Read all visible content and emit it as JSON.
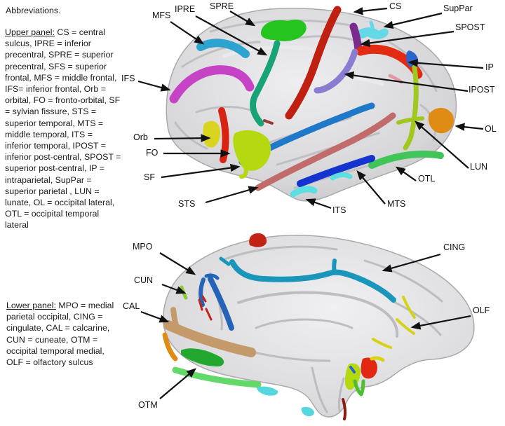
{
  "legend": {
    "title": "Abbreviations.",
    "upper_heading": "Upper panel:",
    "upper_body": " CS = central sulcus, IPRE = inferior precentral, SPRE = superior precentral, SFS = superior frontal, MFS = middle frontal, IFS= inferior frontal, Orb = orbital, FO = fronto-orbital, SF = sylvian fissure, STS = superior temporal, MTS = middle temporal, ITS = inferior temporal,  IPOST = inferior post-central, SPOST = superior post-central, IP = intraparietal, SupPar = superior parietal , LUN = lunate,  OL = occipital lateral, OTL = occipital temporal lateral",
    "lower_heading": "Lower panel:",
    "lower_body": " MPO = medial parietal occipital, CING = cingulate, CAL = calcarine, CUN = cuneate, OTM = occipital temporal medial, OLF = olfactory sulcus"
  },
  "panels": {
    "upper": {
      "labels": {
        "mfs": "MFS",
        "ipre": "IPRE",
        "spre": "SPRE",
        "cs": "CS",
        "suppar": "SupPar",
        "spost": "SPOST",
        "ip": "IP",
        "ipost": "IPOST",
        "ifs": "IFS",
        "orb": "Orb",
        "fo": "FO",
        "sf": "SF",
        "sts": "STS",
        "its": "ITS",
        "mts": "MTS",
        "otl": "OTL",
        "lun": "LUN",
        "ol": "OL"
      }
    },
    "lower": {
      "labels": {
        "mpo": "MPO",
        "cun": "CUN",
        "cal": "CAL",
        "cing": "CING",
        "olf": "OLF",
        "otm": "OTM"
      }
    }
  },
  "colors": {
    "cortex": "#d7d7da",
    "cortex_edge": "#a9a9ae",
    "arrow": "#111111",
    "cs": "#bf2011",
    "ipre": "#17a377",
    "spre": "#25c41f",
    "mfs": "#2da3cf",
    "ifs": "#c643c6",
    "orb": "#d9d41f",
    "fo": "#d92312",
    "sf_fissure": "#b4d90e",
    "sf_band": "#1f78c8",
    "sts": "#c26b6b",
    "mts": "#1433cf",
    "its": "#5cdfe2",
    "ipost": "#8b7cd1",
    "spost": "#7a2b8c",
    "ip": "#e22b10",
    "suppar": "#63d9e6",
    "lun": "#a0c81e",
    "ol": "#df8c15",
    "otl": "#41c558",
    "misc_blue": "#2b66cc",
    "misc_pink": "#e39aa4",
    "misc_maroon": "#9a3a34",
    "mpo": "#2463b8",
    "cing": "#1b96bb",
    "cal": "#c59a6b",
    "cun": "#8cc832",
    "otm": "#22a82e",
    "otm_light": "#63d96a",
    "ventral_cyan": "#55d8dd",
    "olf": "#d6d316",
    "occ_orange": "#df8c15",
    "red_misc": "#c22314",
    "dark_red": "#8e1a12",
    "frontal_red": "#e02813",
    "frontal_chartreuse": "#b4d90e",
    "frontal_yellow": "#d9d416",
    "frontal_green": "#4bbf2e"
  }
}
